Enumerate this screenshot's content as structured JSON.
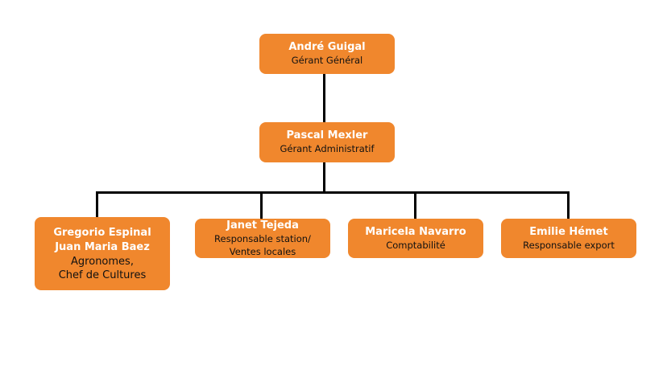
{
  "nodes": {
    "ceo": {
      "name": "André Guigal",
      "role": "Gérant Général"
    },
    "admin": {
      "name": "Pascal Mexler",
      "role": "Gérant Administratif"
    },
    "agro": {
      "name_1": "Gregorio Espinal",
      "name_2": "Juan Maria Baez",
      "role_1": "Agronomes,",
      "role_2": "Chef de Cultures"
    },
    "station": {
      "name": "Janet Tejeda",
      "role_1": "Responsable station/",
      "role_2": "Ventes locales"
    },
    "compta": {
      "name": "Maricela Navarro",
      "role": "Comptabilité"
    },
    "export": {
      "name": "Emilie Hémet",
      "role": "Responsable export"
    }
  },
  "colors": {
    "box": "#f0872d",
    "line": "#000000"
  }
}
